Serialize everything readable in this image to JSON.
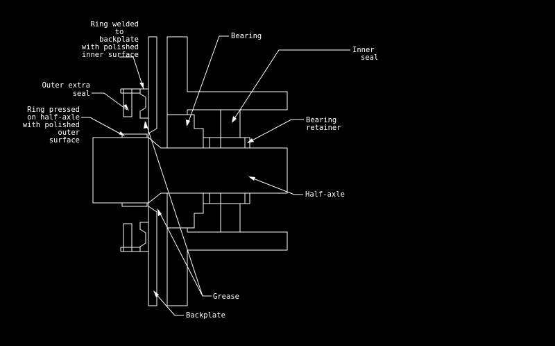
{
  "background_color": "#000000",
  "line_color": "#ffffff",
  "labels": {
    "ring_welded": [
      "Ring welded",
      "to",
      "backplate",
      "with polished",
      "inner surface"
    ],
    "outer_extra_seal": [
      "Outer extra",
      "seal"
    ],
    "ring_pressed": [
      "Ring pressed",
      "on half-axle",
      "with polished",
      "outer",
      "surface"
    ],
    "bearing": [
      "Bearing"
    ],
    "inner_seal": [
      "Inner",
      "seal"
    ],
    "bearing_retainer": [
      "Bearing",
      "retainer"
    ],
    "half_axle": [
      "Half-axle"
    ],
    "grease": [
      "Grease"
    ],
    "backplate": [
      "Backplate"
    ]
  }
}
